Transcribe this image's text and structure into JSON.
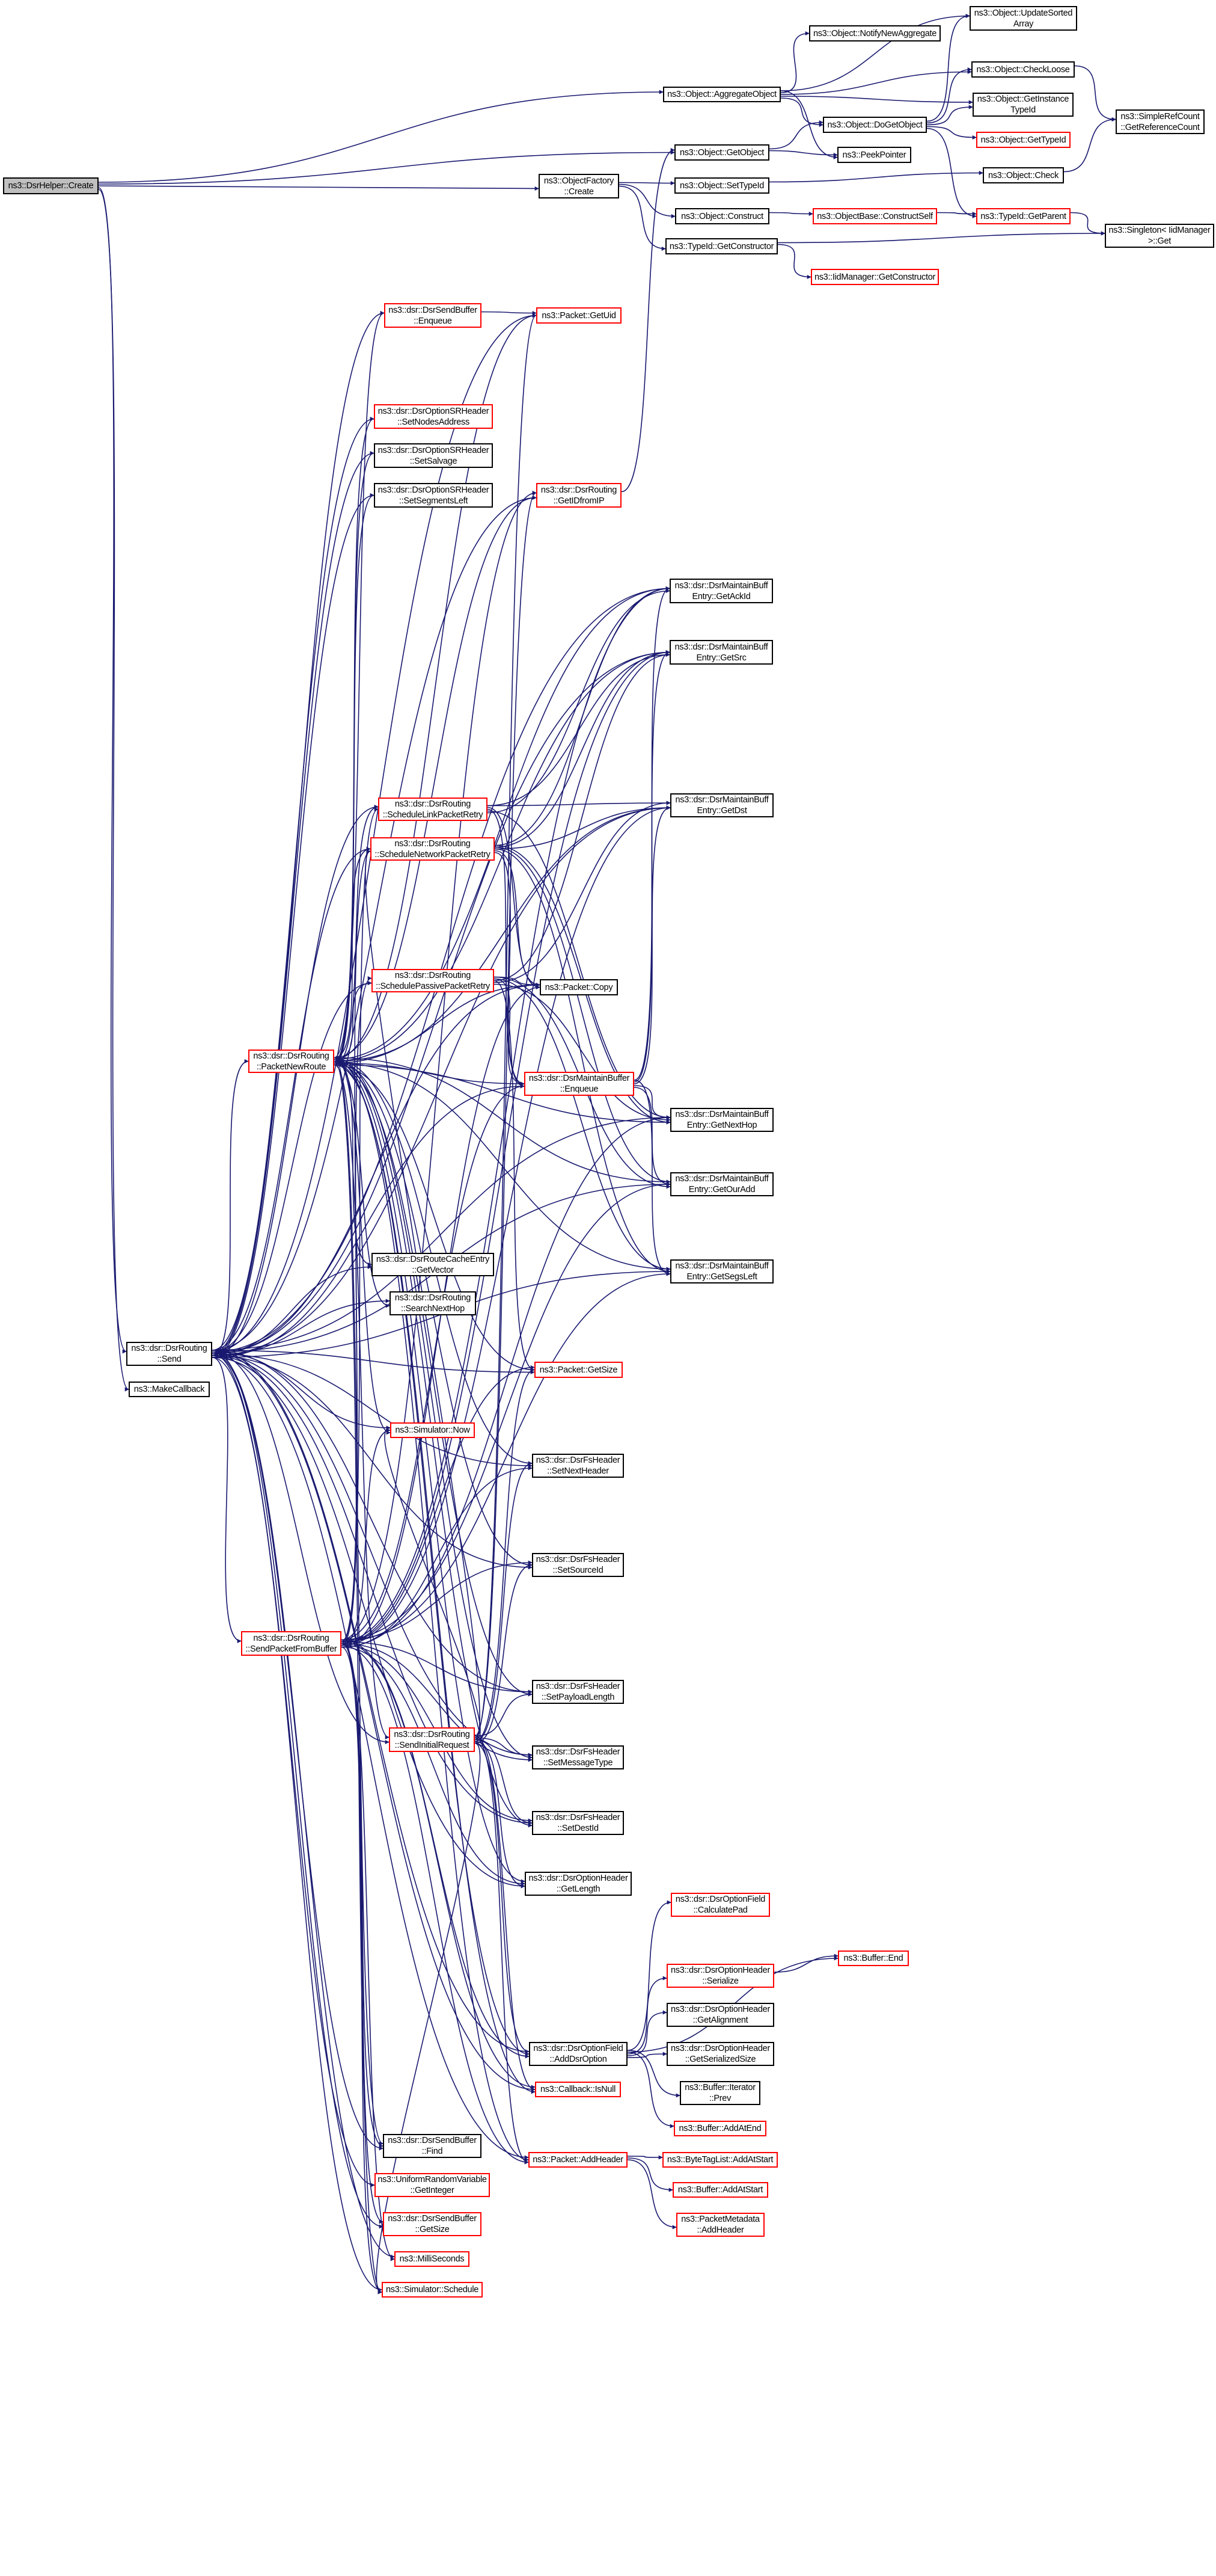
{
  "graph": {
    "colors": {
      "edge": "#191970",
      "truncated_border": "#ff0000",
      "node_border": "#000000",
      "root_fill": "#bfbfbf"
    },
    "nodes": [
      {
        "id": "helper",
        "lines": [
          "ns3::DsrHelper::Create"
        ],
        "root": true
      },
      {
        "id": "aggregate",
        "lines": [
          "ns3::Object::AggregateObject"
        ]
      },
      {
        "id": "updsorted",
        "lines": [
          "ns3::Object::UpdateSorted",
          "Array"
        ]
      },
      {
        "id": "notify",
        "lines": [
          "ns3::Object::NotifyNewAggregate"
        ]
      },
      {
        "id": "checkloose",
        "lines": [
          "ns3::Object::CheckLoose"
        ]
      },
      {
        "id": "getinst",
        "lines": [
          "ns3::Object::GetInstance",
          "TypeId"
        ]
      },
      {
        "id": "dogetobj",
        "lines": [
          "ns3::Object::DoGetObject"
        ]
      },
      {
        "id": "refcount",
        "lines": [
          "ns3::SimpleRefCount",
          "::GetReferenceCount"
        ]
      },
      {
        "id": "gettypeid",
        "lines": [
          "ns3::Object::GetTypeId"
        ],
        "truncated": true
      },
      {
        "id": "getobject",
        "lines": [
          "ns3::Object::GetObject"
        ]
      },
      {
        "id": "peek",
        "lines": [
          "ns3::PeekPointer"
        ]
      },
      {
        "id": "check",
        "lines": [
          "ns3::Object::Check"
        ]
      },
      {
        "id": "factory",
        "lines": [
          "ns3::ObjectFactory",
          "::Create"
        ]
      },
      {
        "id": "settypeid",
        "lines": [
          "ns3::Object::SetTypeId"
        ]
      },
      {
        "id": "construct",
        "lines": [
          "ns3::Object::Construct"
        ]
      },
      {
        "id": "constructself",
        "lines": [
          "ns3::ObjectBase::ConstructSelf"
        ],
        "truncated": true
      },
      {
        "id": "getparent",
        "lines": [
          "ns3::TypeId::GetParent"
        ],
        "truncated": true
      },
      {
        "id": "singleton",
        "lines": [
          "ns3::Singleton< IidManager",
          ">::Get"
        ]
      },
      {
        "id": "getctor",
        "lines": [
          "ns3::TypeId::GetConstructor"
        ]
      },
      {
        "id": "iidctor",
        "lines": [
          "ns3::IidManager::GetConstructor"
        ],
        "truncated": true
      },
      {
        "id": "sbenqueue",
        "lines": [
          "ns3::dsr::DsrSendBuffer",
          "::Enqueue"
        ],
        "truncated": true
      },
      {
        "id": "getuid",
        "lines": [
          "ns3::Packet::GetUid"
        ],
        "truncated": true
      },
      {
        "id": "setnodes",
        "lines": [
          "ns3::dsr::DsrOptionSRHeader",
          "::SetNodesAddress"
        ],
        "truncated": true
      },
      {
        "id": "setsalvage",
        "lines": [
          "ns3::dsr::DsrOptionSRHeader",
          "::SetSalvage"
        ]
      },
      {
        "id": "setsegs",
        "lines": [
          "ns3::dsr::DsrOptionSRHeader",
          "::SetSegmentsLeft"
        ]
      },
      {
        "id": "getidfromip",
        "lines": [
          "ns3::dsr::DsrRouting",
          "::GetIDfromIP"
        ],
        "truncated": true
      },
      {
        "id": "getackid",
        "lines": [
          "ns3::dsr::DsrMaintainBuff",
          "Entry::GetAckId"
        ]
      },
      {
        "id": "getsrc",
        "lines": [
          "ns3::dsr::DsrMaintainBuff",
          "Entry::GetSrc"
        ]
      },
      {
        "id": "getdst",
        "lines": [
          "ns3::dsr::DsrMaintainBuff",
          "Entry::GetDst"
        ]
      },
      {
        "id": "schedlink",
        "lines": [
          "ns3::dsr::DsrRouting",
          "::ScheduleLinkPacketRetry"
        ],
        "truncated": true
      },
      {
        "id": "schednet",
        "lines": [
          "ns3::dsr::DsrRouting",
          "::ScheduleNetworkPacketRetry"
        ],
        "truncated": true
      },
      {
        "id": "schedpass",
        "lines": [
          "ns3::dsr::DsrRouting",
          "::SchedulePassivePacketRetry"
        ],
        "truncated": true
      },
      {
        "id": "copy",
        "lines": [
          "ns3::Packet::Copy"
        ]
      },
      {
        "id": "newroute",
        "lines": [
          "ns3::dsr::DsrRouting",
          "::PacketNewRoute"
        ],
        "truncated": true
      },
      {
        "id": "mbenqueue",
        "lines": [
          "ns3::dsr::DsrMaintainBuffer",
          "::Enqueue"
        ],
        "truncated": true
      },
      {
        "id": "getnexthop",
        "lines": [
          "ns3::dsr::DsrMaintainBuff",
          "Entry::GetNextHop"
        ]
      },
      {
        "id": "getoutadd",
        "lines": [
          "ns3::dsr::DsrMaintainBuff",
          "Entry::GetOurAdd"
        ]
      },
      {
        "id": "getvector",
        "lines": [
          "ns3::dsr::DsrRouteCacheEntry",
          "::GetVector"
        ]
      },
      {
        "id": "searchnext",
        "lines": [
          "ns3::dsr::DsrRouting",
          "::SearchNextHop"
        ]
      },
      {
        "id": "getsegsleft",
        "lines": [
          "ns3::dsr::DsrMaintainBuff",
          "Entry::GetSegsLeft"
        ]
      },
      {
        "id": "send",
        "lines": [
          "ns3::dsr::DsrRouting",
          "::Send"
        ]
      },
      {
        "id": "makecb",
        "lines": [
          "ns3::MakeCallback"
        ]
      },
      {
        "id": "getsize",
        "lines": [
          "ns3::Packet::GetSize"
        ],
        "truncated": true
      },
      {
        "id": "now",
        "lines": [
          "ns3::Simulator::Now"
        ],
        "truncated": true
      },
      {
        "id": "setnexthdr",
        "lines": [
          "ns3::dsr::DsrFsHeader",
          "::SetNextHeader"
        ]
      },
      {
        "id": "setsrcid",
        "lines": [
          "ns3::dsr::DsrFsHeader",
          "::SetSourceId"
        ]
      },
      {
        "id": "sendfrombuf",
        "lines": [
          "ns3::dsr::DsrRouting",
          "::SendPacketFromBuffer"
        ],
        "truncated": true
      },
      {
        "id": "setpayload",
        "lines": [
          "ns3::dsr::DsrFsHeader",
          "::SetPayloadLength"
        ]
      },
      {
        "id": "sendinit",
        "lines": [
          "ns3::dsr::DsrRouting",
          "::SendInitialRequest"
        ],
        "truncated": true
      },
      {
        "id": "setmsgtype",
        "lines": [
          "ns3::dsr::DsrFsHeader",
          "::SetMessageType"
        ]
      },
      {
        "id": "setdestid",
        "lines": [
          "ns3::dsr::DsrFsHeader",
          "::SetDestId"
        ]
      },
      {
        "id": "getlength",
        "lines": [
          "ns3::dsr::DsrOptionHeader",
          "::GetLength"
        ]
      },
      {
        "id": "calcpad",
        "lines": [
          "ns3::dsr::DsrOptionField",
          "::CalculatePad"
        ],
        "truncated": true
      },
      {
        "id": "bufend",
        "lines": [
          "ns3::Buffer::End"
        ],
        "truncated": true
      },
      {
        "id": "serialize",
        "lines": [
          "ns3::dsr::DsrOptionHeader",
          "::Serialize"
        ],
        "truncated": true
      },
      {
        "id": "getalign",
        "lines": [
          "ns3::dsr::DsrOptionHeader",
          "::GetAlignment"
        ]
      },
      {
        "id": "adddsropt",
        "lines": [
          "ns3::dsr::DsrOptionField",
          "::AddDsrOption"
        ]
      },
      {
        "id": "getsersize",
        "lines": [
          "ns3::dsr::DsrOptionHeader",
          "::GetSerializedSize"
        ]
      },
      {
        "id": "isnull",
        "lines": [
          "ns3::Callback::IsNull"
        ],
        "truncated": true
      },
      {
        "id": "iterprev",
        "lines": [
          "ns3::Buffer::Iterator",
          "::Prev"
        ]
      },
      {
        "id": "addatend",
        "lines": [
          "ns3::Buffer::AddAtEnd"
        ],
        "truncated": true
      },
      {
        "id": "find",
        "lines": [
          "ns3::dsr::DsrSendBuffer",
          "::Find"
        ]
      },
      {
        "id": "addheader",
        "lines": [
          "ns3::Packet::AddHeader"
        ],
        "truncated": true
      },
      {
        "id": "bytetag",
        "lines": [
          "ns3::ByteTagList::AddAtStart"
        ],
        "truncated": true
      },
      {
        "id": "getinteger",
        "lines": [
          "ns3::UniformRandomVariable",
          "::GetInteger"
        ],
        "truncated": true
      },
      {
        "id": "bufaddstart",
        "lines": [
          "ns3::Buffer::AddAtStart"
        ],
        "truncated": true
      },
      {
        "id": "pmaddheader",
        "lines": [
          "ns3::PacketMetadata",
          "::AddHeader"
        ],
        "truncated": true
      },
      {
        "id": "sbgetsize",
        "lines": [
          "ns3::dsr::DsrSendBuffer",
          "::GetSize"
        ],
        "truncated": true
      },
      {
        "id": "millis",
        "lines": [
          "ns3::MilliSeconds"
        ],
        "truncated": true
      },
      {
        "id": "schedule",
        "lines": [
          "ns3::Simulator::Schedule"
        ],
        "truncated": true
      }
    ],
    "edges": {
      "helper": [
        "aggregate",
        "getobject",
        "factory",
        "send",
        "makecb"
      ],
      "aggregate": [
        "updsorted",
        "notify",
        "checkloose",
        "getinst",
        "dogetobj",
        "peek"
      ],
      "dogetobj": [
        "updsorted",
        "checkloose",
        "getinst",
        "gettypeid",
        "getparent"
      ],
      "getobject": [
        "dogetobj",
        "peek"
      ],
      "checkloose": [
        "refcount"
      ],
      "check": [
        "refcount"
      ],
      "factory": [
        "settypeid",
        "construct",
        "getctor"
      ],
      "settypeid": [
        "check"
      ],
      "construct": [
        "constructself"
      ],
      "constructself": [
        "getparent"
      ],
      "getparent": [
        "singleton"
      ],
      "getctor": [
        "singleton",
        "iidctor"
      ],
      "sbenqueue": [
        "getuid"
      ],
      "getidfromip": [
        "getobject"
      ],
      "send": [
        "sbenqueue",
        "getuid",
        "setnodes",
        "setsalvage",
        "setsegs",
        "getidfromip",
        "getackid",
        "getsrc",
        "getdst",
        "schedlink",
        "schednet",
        "schedpass",
        "copy",
        "newroute",
        "mbenqueue",
        "getnexthop",
        "getoutadd",
        "getvector",
        "searchnext",
        "getsegsleft",
        "getsize",
        "now",
        "setnexthdr",
        "setsrcid",
        "sendfrombuf",
        "setpayload",
        "sendinit",
        "setmsgtype",
        "setdestid",
        "getlength",
        "adddsropt",
        "isnull",
        "find",
        "addheader",
        "getinteger",
        "sbgetsize",
        "millis",
        "schedule"
      ],
      "newroute": [
        "sbenqueue",
        "getuid",
        "setnodes",
        "setsalvage",
        "setsegs",
        "getidfromip",
        "getackid",
        "getsrc",
        "getdst",
        "schedlink",
        "schednet",
        "schedpass",
        "copy",
        "mbenqueue",
        "getnexthop",
        "getoutadd",
        "getvector",
        "searchnext",
        "getsegsleft",
        "getsize",
        "now",
        "setnexthdr",
        "setsrcid",
        "setpayload",
        "sendinit",
        "setmsgtype",
        "setdestid",
        "getlength",
        "adddsropt",
        "isnull",
        "find",
        "addheader",
        "schedule"
      ],
      "sendfrombuf": [
        "getidfromip",
        "schedlink",
        "schednet",
        "schedpass",
        "copy",
        "mbenqueue",
        "getackid",
        "getsrc",
        "getdst",
        "getnexthop",
        "getoutadd",
        "getsegsleft",
        "getsize",
        "now",
        "setnexthdr",
        "setsrcid",
        "setpayload",
        "setmsgtype",
        "setdestid",
        "getlength",
        "adddsropt",
        "isnull",
        "find",
        "addheader",
        "sbgetsize",
        "millis",
        "schedule"
      ],
      "sendinit": [
        "getidfromip",
        "getuid",
        "schednet",
        "setnexthdr",
        "setsrcid",
        "setpayload",
        "setmsgtype",
        "setdestid",
        "getlength",
        "adddsropt",
        "isnull",
        "addheader",
        "now",
        "getsize",
        "schedule"
      ],
      "schedlink": [
        "getdst",
        "copy",
        "mbenqueue",
        "getnexthop",
        "getackid",
        "getsrc"
      ],
      "schednet": [
        "getackid",
        "getsrc",
        "getdst",
        "copy",
        "mbenqueue",
        "getnexthop",
        "getoutadd",
        "getsegsleft"
      ],
      "schedpass": [
        "copy",
        "mbenqueue",
        "getsrc",
        "getdst",
        "getnexthop",
        "getoutadd",
        "getsegsleft",
        "getsize"
      ],
      "mbenqueue": [
        "getackid",
        "getsrc",
        "getdst",
        "getnexthop",
        "getoutadd",
        "getsegsleft"
      ],
      "adddsropt": [
        "calcpad",
        "bufend",
        "serialize",
        "getalign",
        "getsersize",
        "iterprev",
        "addatend"
      ],
      "serialize": [
        "bufend"
      ],
      "addheader": [
        "bytetag",
        "bufaddstart",
        "pmaddheader"
      ]
    }
  }
}
